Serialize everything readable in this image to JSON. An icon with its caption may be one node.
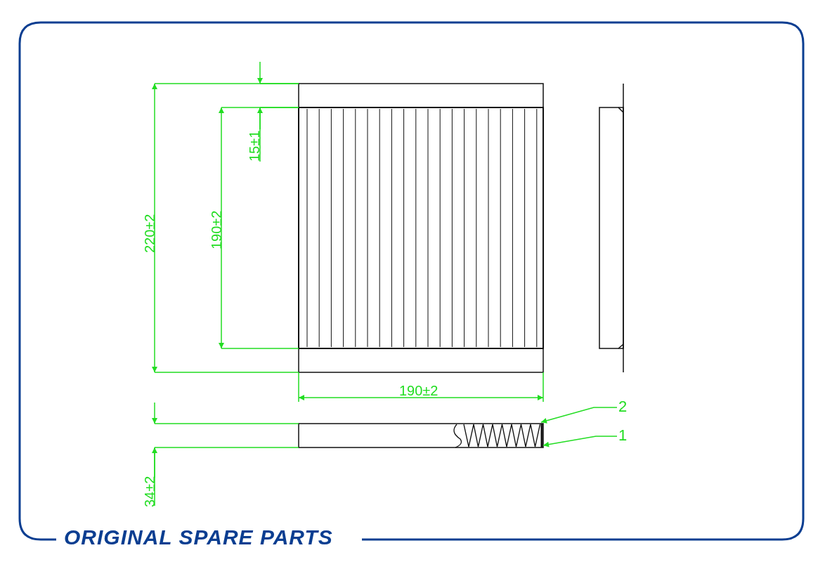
{
  "diagram": {
    "nodes": [
      {
        "text": [
          "2"
        ]
      },
      {
        "text": [
          "1"
        ]
      }
    ],
    "edges": [
      {
        "from": 0,
        "to": null,
        "arrow": "to"
      },
      {
        "from": 1,
        "to": null,
        "arrow": "to"
      }
    ],
    "labels": [
      "15±1",
      "220±2",
      "190±2",
      "190±2",
      "34±2",
      "ORIGINAL SPARE PARTS"
    ]
  }
}
